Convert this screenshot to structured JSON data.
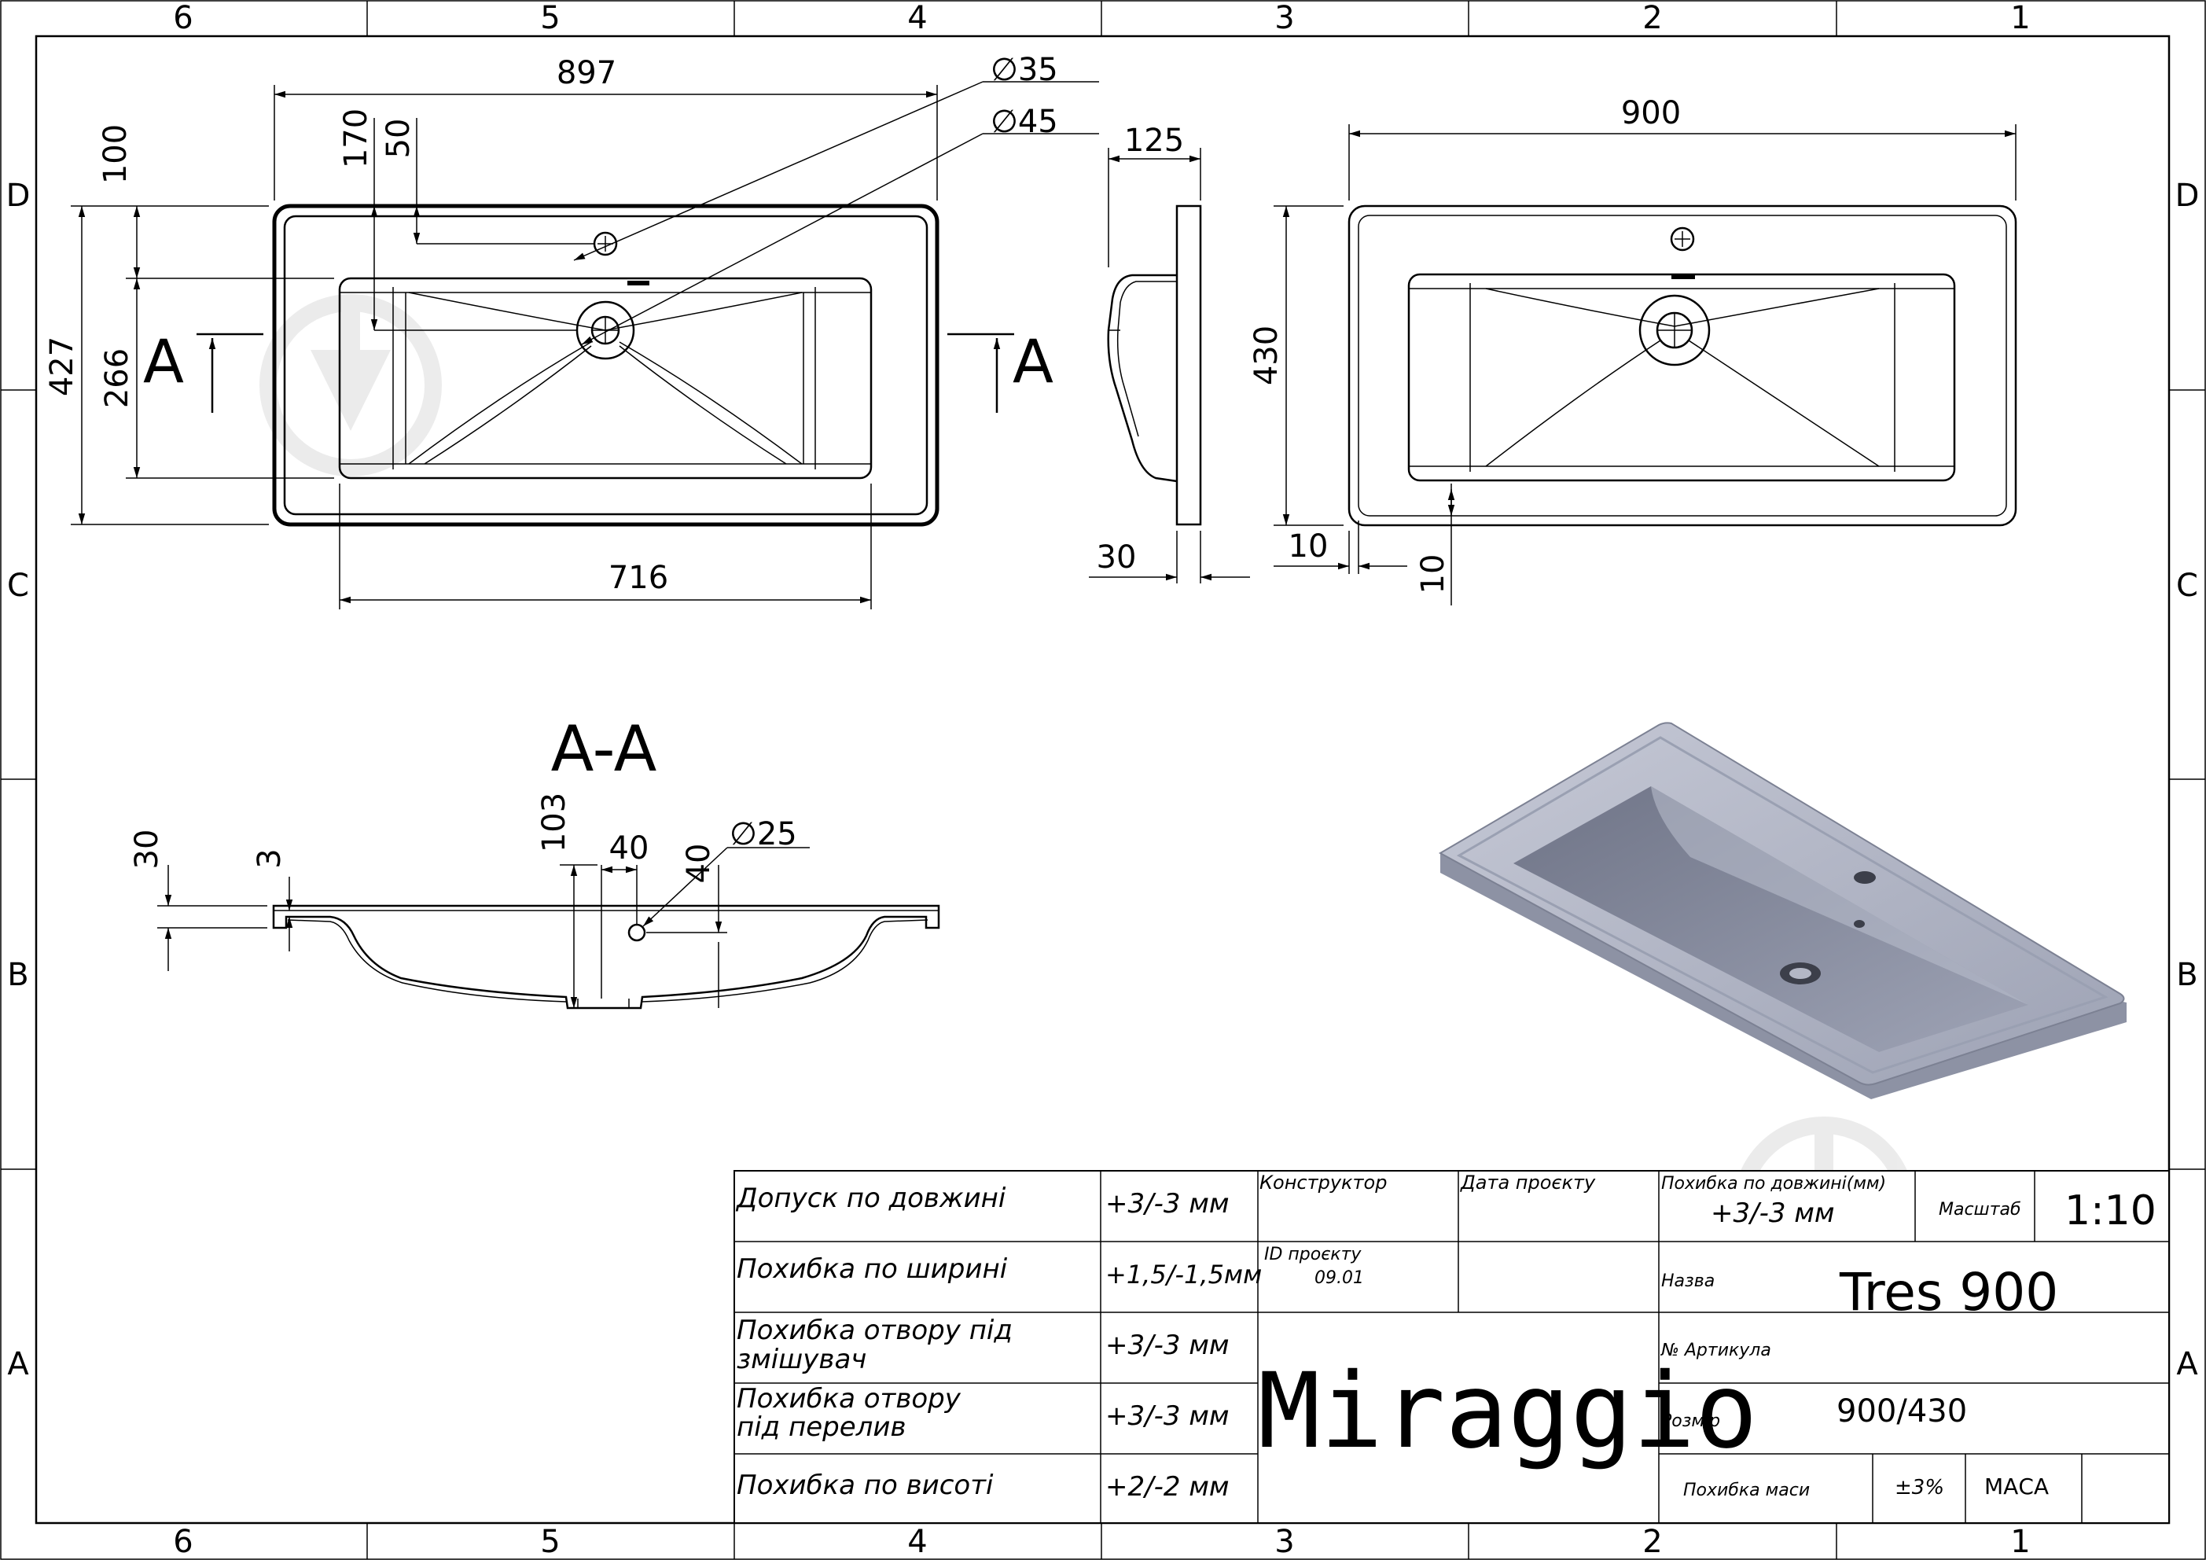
{
  "frame": {
    "columns": [
      "6",
      "5",
      "4",
      "3",
      "2",
      "1"
    ],
    "rows": [
      "D",
      "C",
      "B",
      "A"
    ]
  },
  "top_view": {
    "dim_length": "897",
    "dim_bowl_length": "716",
    "dim_width": "427",
    "dim_bowl_width": "266",
    "dim_edge_100": "100",
    "dim_170": "170",
    "dim_50": "50",
    "dim_hole_35": "∅35",
    "dim_hole_45": "∅45",
    "section_mark": "A"
  },
  "side_view": {
    "dim_depth": "125",
    "dim_thickness": "30"
  },
  "front_view": {
    "dim_length": "900",
    "dim_width": "430",
    "dim_offset_h": "10",
    "dim_offset_v": "10"
  },
  "section_view": {
    "title": "A-A",
    "dim_30": "30",
    "dim_3": "3",
    "dim_103": "103",
    "dim_40_h": "40",
    "dim_40_v": "40",
    "dim_hole_25": "∅25"
  },
  "title_block": {
    "tolerances": [
      {
        "label_line1": "Допуск по довжині",
        "label_line2": "",
        "value": "+3/-3 мм"
      },
      {
        "label_line1": "Похибка по ширині",
        "label_line2": "",
        "value": "+1,5/-1,5мм"
      },
      {
        "label_line1": "Похибка отвору під",
        "label_line2": "змішувач",
        "value": "+3/-3 мм"
      },
      {
        "label_line1": "Похибка отвору",
        "label_line2": "під перелив",
        "value": "+3/-3 мм"
      },
      {
        "label_line1": "Похибка по висоті",
        "label_line2": "",
        "value": "+2/-2 мм"
      }
    ],
    "designer_label": "Конструктор",
    "project_date_label": "Дата проєкту",
    "project_id_label": "ID проєкту",
    "project_id_value": "09.01",
    "brand": "Miraggio",
    "length_tolerance_label": "Похибка по довжині(мм)",
    "length_tolerance_value": "+3/-3 мм",
    "scale_label": "Масштаб",
    "scale_value": "1:10",
    "name_label": "Назва",
    "name_value": "Tres 900",
    "article_label": "№ Артикула",
    "size_label": "Розмір",
    "size_value": "900/430",
    "mass_tolerance_label": "Похибка маси",
    "mass_tolerance_value": "±3%",
    "mass_label": "МАСА"
  },
  "colors": {
    "line": "#000000",
    "iso_body": "#b4b8c6",
    "iso_basin": "#7f8496",
    "watermark": "#e3e3e3"
  }
}
